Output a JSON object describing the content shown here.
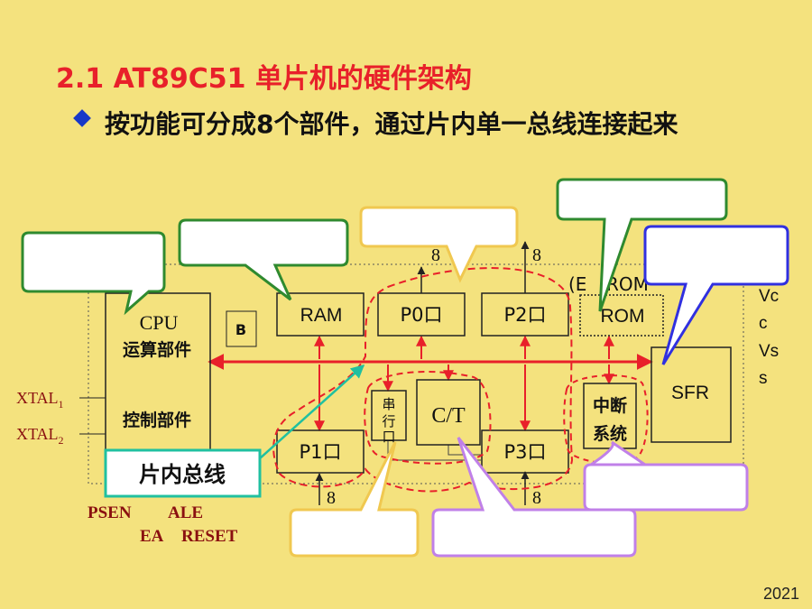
{
  "slide": {
    "title": "2.1 AT89C51 单片机的硬件架构",
    "bullet": "按功能可分成8个部件，通过片内单一总线连接起来",
    "year": "2021"
  },
  "diagram": {
    "cpu": {
      "line1": "CPU",
      "line2": "运算部件",
      "line3": "控制部件"
    },
    "b_reg": "B",
    "ram": "RAM",
    "p0": "P0口",
    "p2": "P2口",
    "rom": "ROM",
    "rom_prefix": "(E",
    "rom_prefix_tail": "ROM",
    "sfr": "SFR",
    "p1": "P1口",
    "p3": "P3口",
    "serial": [
      "串",
      "行",
      "口"
    ],
    "ct": "C/T",
    "interrupt": [
      "中断",
      "系统"
    ],
    "bus_width": "8",
    "xtal1": "XTAL",
    "xtal1_sub": "1",
    "xtal2": "XTAL",
    "xtal2_sub": "2",
    "psen": "PSEN",
    "ale": "ALE",
    "ea": "EA",
    "reset": "RESET",
    "vcc": [
      "Vc",
      "c"
    ],
    "vss": [
      "Vs",
      "s"
    ],
    "bus_label": "片内总线"
  },
  "colors": {
    "background": "#f4e27e",
    "title": "#e8202a",
    "bus": "#e8202a",
    "dark_red": "#8a1010",
    "callout_green": "#2f8a2f",
    "callout_blue": "#3030e0",
    "callout_orange": "#f0c850",
    "callout_purple": "#c080e8",
    "arrow_teal": "#20c0a0"
  }
}
